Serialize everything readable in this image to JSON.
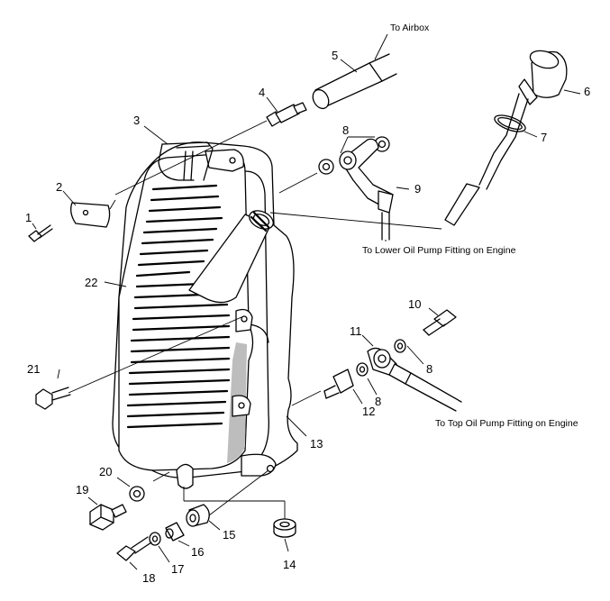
{
  "callouts": {
    "c1": "1",
    "c2": "2",
    "c3": "3",
    "c4": "4",
    "c5": "5",
    "c6": "6",
    "c7": "7",
    "c8a": "8",
    "c8b": "8",
    "c8c": "8",
    "c9": "9",
    "c10": "10",
    "c11": "11",
    "c12": "12",
    "c13": "13",
    "c14": "14",
    "c15": "15",
    "c16": "16",
    "c17": "17",
    "c18": "18",
    "c19": "19",
    "c20": "20",
    "c21": "21",
    "c22": "22"
  },
  "notes": {
    "airbox": "To Airbox",
    "lower_pump": "To Lower Oil Pump Fitting on Engine",
    "top_pump": "To Top Oil Pump Fitting on Engine"
  }
}
